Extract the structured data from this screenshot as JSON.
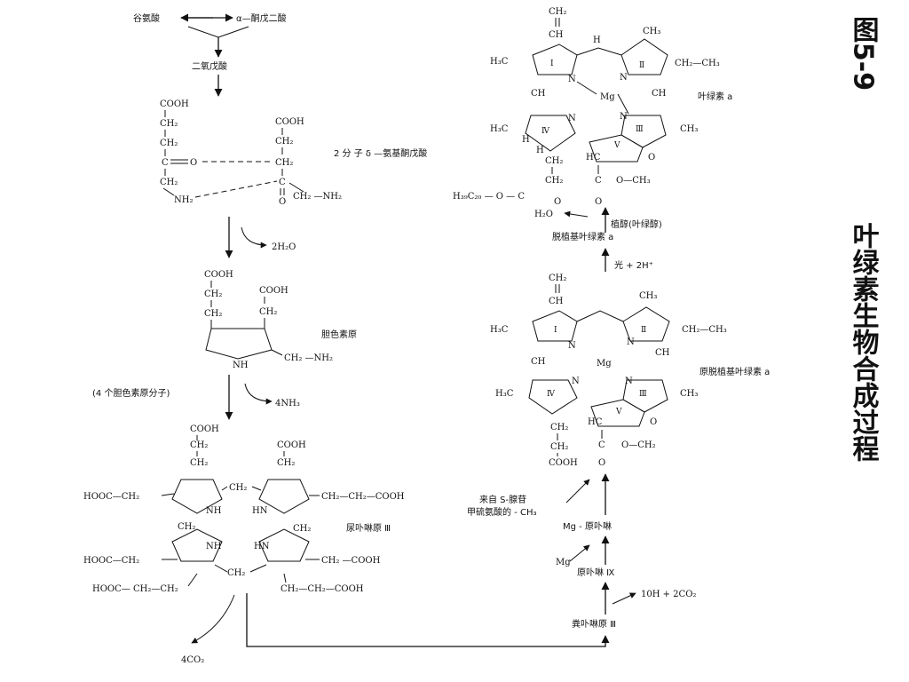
{
  "figure": {
    "title_number": "图5-9",
    "title_text": "叶绿素生物合成过程"
  },
  "pathway_left": {
    "glutamate": "谷氨酸",
    "ketoglutarate": "α—酮戊二酸",
    "dioxovalerate": "二氧戊酸",
    "ala_label": "2 分 子 δ —氨基酮戊酸",
    "water_out": "2H₂O",
    "porphobilinogen": "胆色素原",
    "four_molecules": "(4 个胆色素原分子)",
    "ammonia_out": "4NH₃",
    "uroporphyrinogen": "尿卟啉原 Ⅲ",
    "co2_out": "4CO₂"
  },
  "pathway_right": {
    "chlorophyll_a": "叶绿素 a",
    "phytol": "植醇(叶绿醇)",
    "water_in": "H₂O",
    "chlorophyllide_a": "脱植基叶绿素 a",
    "light": "光 + 2H⁺",
    "protochlorophyllide_a": "原脱植基叶绿素 a",
    "sam_methyl_1": "来自 S-腺苷",
    "sam_methyl_2": "甲硫氨酸的 - CH₃",
    "mg_protoporphyrin": "Mg - 原卟啉",
    "mg_in": "Mg",
    "protoporphyrin_ix": "原卟啉 Ⅸ",
    "coproporphyrinogen": "粪卟啉原 Ⅲ",
    "decarboxylation": "10H + 2CO₂"
  },
  "chem_text": {
    "cooh": "COOH",
    "ch2": "CH₂",
    "c": "C",
    "o": "O",
    "nh2": "NH₂",
    "ch2_nh2": "CH₂ —NH₂",
    "nh": "NH",
    "hn": "HN",
    "h": "H",
    "n": "N",
    "mg": "Mg",
    "ch": "CH",
    "h3c": "H₃C",
    "ch3": "CH₃",
    "ch2_ch3": "CH₂—CH₃",
    "hooc_ch2": "HOOC—CH₂",
    "hooc_ch2_ch2": "HOOC— CH₂—CH₂",
    "ch2_ch2_cooh": "CH₂—CH₂—COOH",
    "ch2_cooh": "CH₂ —COOH",
    "phytyl_ester": "H₃₉C₂₀ — O — C",
    "o_ch3": "O—CH₃",
    "o_ch2": "O—CH₂",
    "hc": "HC",
    "ch2_ch": "CH₂",
    "ring_1": "Ⅰ",
    "ring_2": "Ⅱ",
    "ring_3": "Ⅲ",
    "ring_4": "Ⅳ",
    "ring_5": "Ⅴ"
  }
}
